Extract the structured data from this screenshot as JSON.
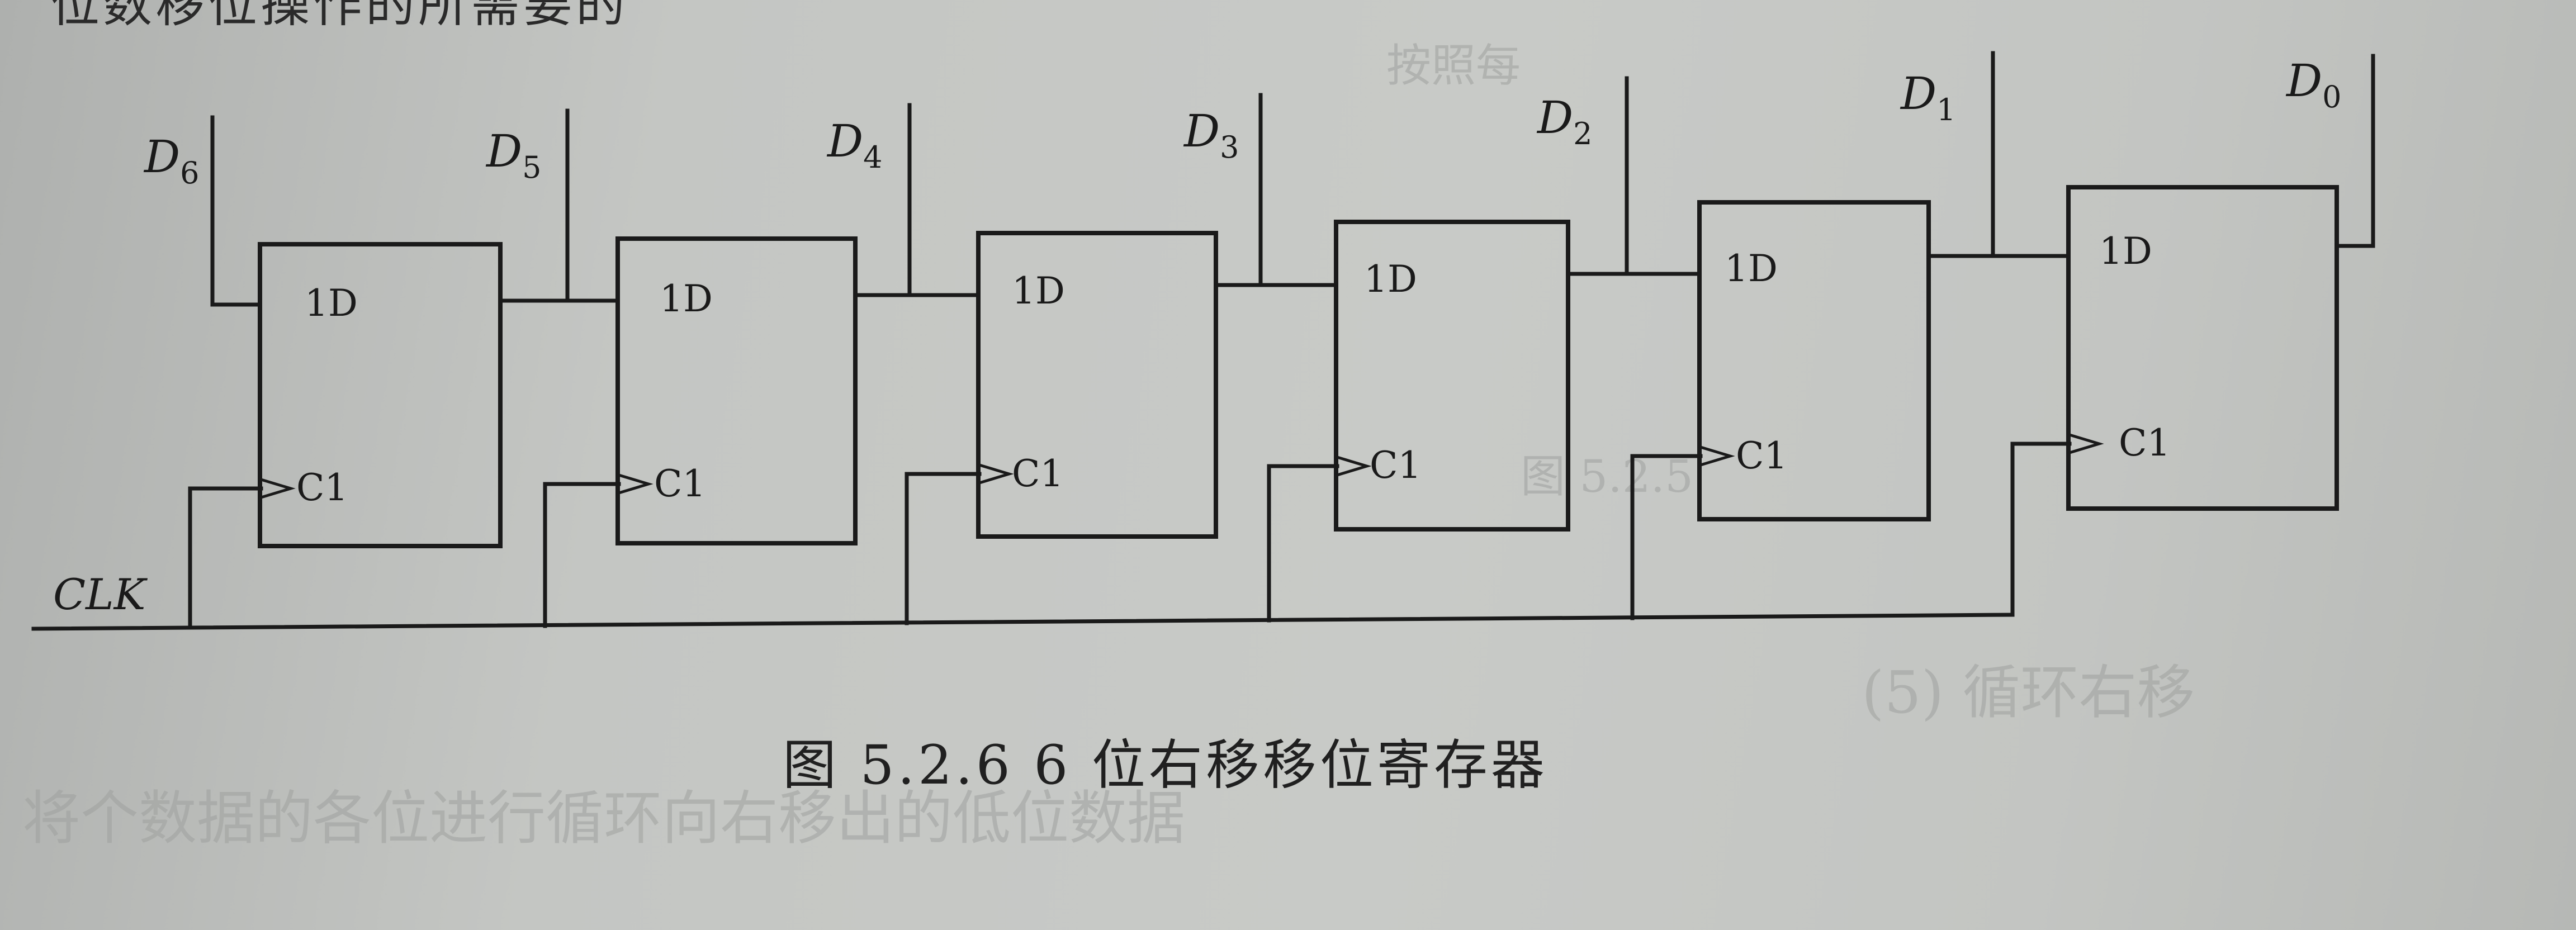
{
  "figure": {
    "caption": "图 5.2.6   6 位右移移位寄存器",
    "top_text": "位数移位操作的所需要的"
  },
  "clock": {
    "label": "CLK"
  },
  "flip_flops": [
    {
      "d_pin": "1D",
      "clk_pin": "C1"
    },
    {
      "d_pin": "1D",
      "clk_pin": "C1"
    },
    {
      "d_pin": "1D",
      "clk_pin": "C1"
    },
    {
      "d_pin": "1D",
      "clk_pin": "C1"
    },
    {
      "d_pin": "1D",
      "clk_pin": "C1"
    },
    {
      "d_pin": "1D",
      "clk_pin": "C1"
    }
  ],
  "signals": [
    {
      "base": "D",
      "sub": "6"
    },
    {
      "base": "D",
      "sub": "5"
    },
    {
      "base": "D",
      "sub": "4"
    },
    {
      "base": "D",
      "sub": "3"
    },
    {
      "base": "D",
      "sub": "2"
    },
    {
      "base": "D",
      "sub": "1"
    },
    {
      "base": "D",
      "sub": "0"
    }
  ],
  "bleed_through": {
    "section_heading": "(5)  循环右移",
    "bottom_line": "将个数据的各位进行循环向右移出的低位数据",
    "figure_ref": "图 5.2.5",
    "right_side": "按照每"
  }
}
